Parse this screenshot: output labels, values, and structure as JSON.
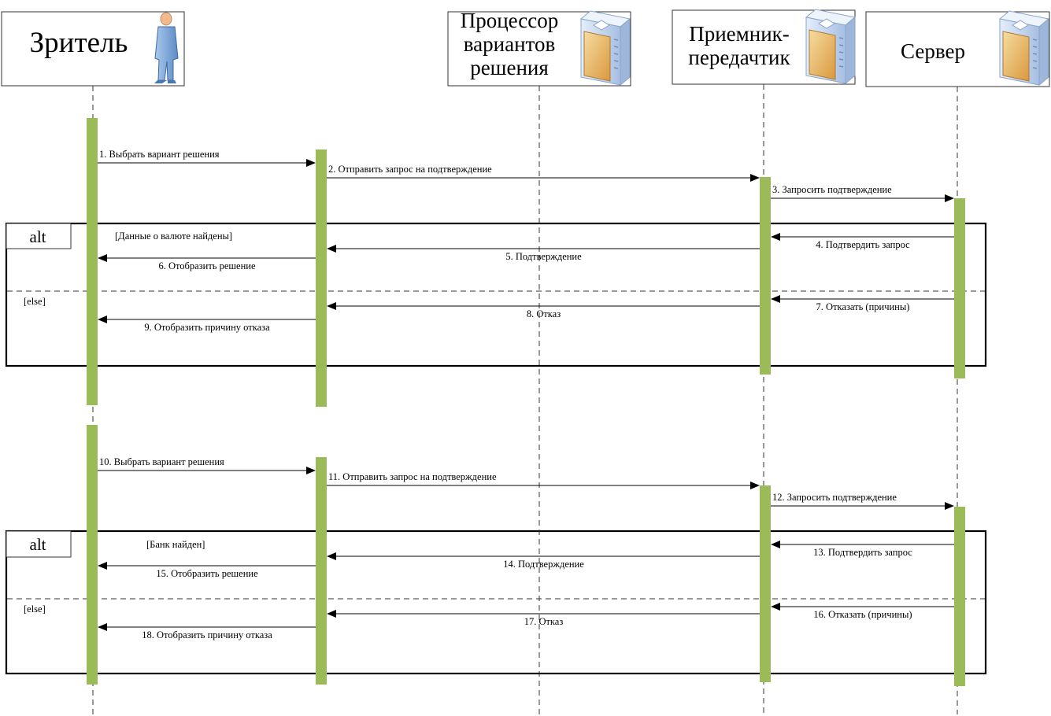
{
  "participants": [
    {
      "id": "viewer",
      "title_lines": [
        "Зритель"
      ],
      "icon": "user-figure-icon"
    },
    {
      "id": "processor",
      "title_lines": [
        "Процессор",
        "вариантов",
        "решения"
      ],
      "icon": "server-icon"
    },
    {
      "id": "transceiver",
      "title_lines": [
        "Приемник-",
        "передачтик"
      ],
      "icon": "server-icon"
    },
    {
      "id": "server",
      "title_lines": [
        "Сервер"
      ],
      "icon": "server-icon"
    }
  ],
  "blocks": [
    {
      "messages": [
        {
          "n": 1,
          "label": "1. Выбрать вариант решения",
          "from": "viewer",
          "to": "processor"
        },
        {
          "n": 2,
          "label": "2. Отправить запрос на подтверждение",
          "from": "processor",
          "to": "transceiver"
        },
        {
          "n": 3,
          "label": "3. Запросить подтверждение",
          "from": "transceiver",
          "to": "server"
        }
      ],
      "alt": {
        "operator": "alt",
        "guard": "[Данные о валюте найдены]",
        "else_guard": "[else]",
        "branch1": [
          {
            "n": 4,
            "label": "4. Подтвердить запрос",
            "from": "server",
            "to": "transceiver"
          },
          {
            "n": 5,
            "label": "5. Подтверждение",
            "from": "transceiver",
            "to": "processor"
          },
          {
            "n": 6,
            "label": "6. Отобразить решение",
            "from": "processor",
            "to": "viewer"
          }
        ],
        "branch2": [
          {
            "n": 7,
            "label": "7. Отказать (причины)",
            "from": "server",
            "to": "transceiver"
          },
          {
            "n": 8,
            "label": "8. Отказ",
            "from": "transceiver",
            "to": "processor"
          },
          {
            "n": 9,
            "label": "9. Отобразить причину отказа",
            "from": "processor",
            "to": "viewer"
          }
        ]
      }
    },
    {
      "messages": [
        {
          "n": 10,
          "label": "10. Выбрать вариант решения",
          "from": "viewer",
          "to": "processor"
        },
        {
          "n": 11,
          "label": "11. Отправить запрос на подтверждение",
          "from": "processor",
          "to": "transceiver"
        },
        {
          "n": 12,
          "label": "12. Запросить подтверждение",
          "from": "transceiver",
          "to": "server"
        }
      ],
      "alt": {
        "operator": "alt",
        "guard": "[Банк найден]",
        "else_guard": "[else]",
        "branch1": [
          {
            "n": 13,
            "label": "13. Подтвердить запрос",
            "from": "server",
            "to": "transceiver"
          },
          {
            "n": 14,
            "label": "14. Подтверждение",
            "from": "transceiver",
            "to": "processor"
          },
          {
            "n": 15,
            "label": "15. Отобразить решение",
            "from": "processor",
            "to": "viewer"
          }
        ],
        "branch2": [
          {
            "n": 16,
            "label": "16. Отказать (причины)",
            "from": "server",
            "to": "transceiver"
          },
          {
            "n": 17,
            "label": "17. Отказ",
            "from": "transceiver",
            "to": "processor"
          },
          {
            "n": 18,
            "label": "18. Отобразить причину отказа",
            "from": "processor",
            "to": "viewer"
          }
        ]
      }
    }
  ],
  "colors": {
    "activation": "#9bbb59",
    "server_front": "#e8b868",
    "server_side": "#c8d8f0",
    "user_figure": "#7fa8d8"
  }
}
